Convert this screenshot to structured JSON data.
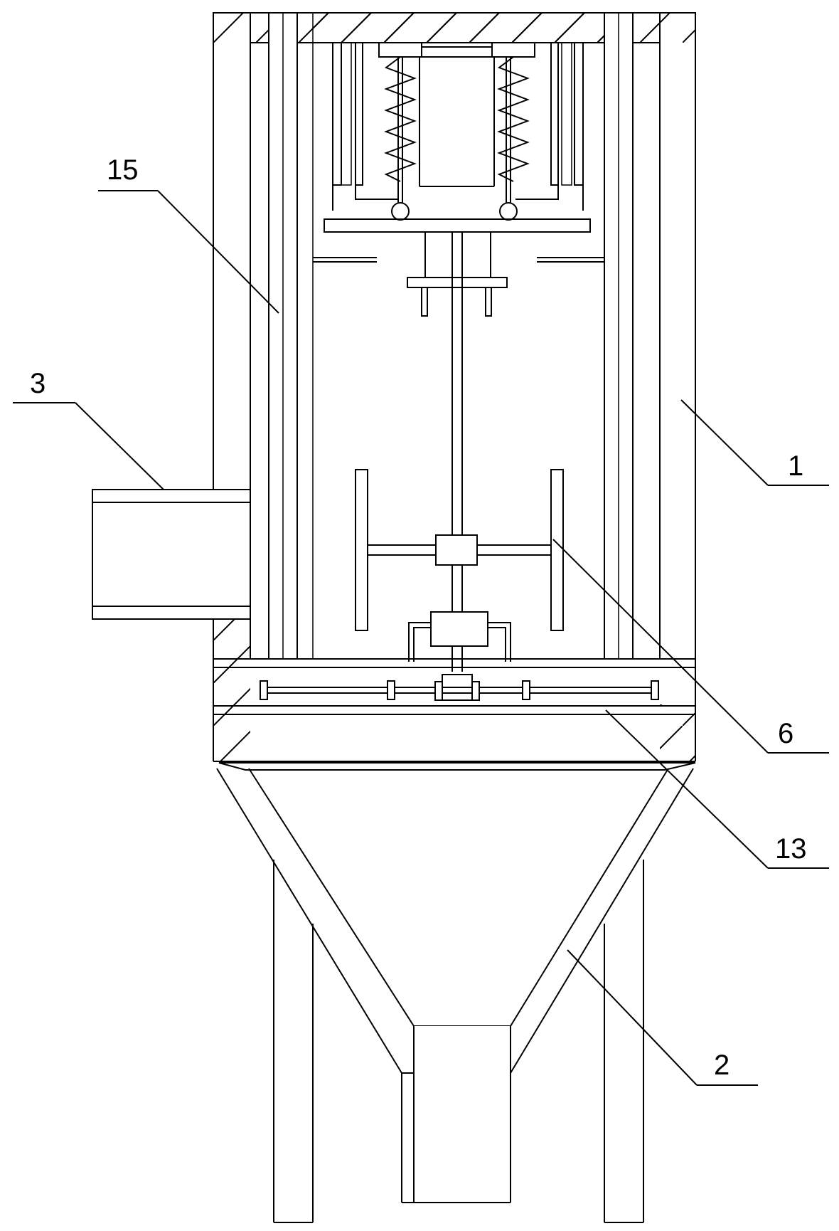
{
  "figure": {
    "labels": [
      {
        "id": "housing",
        "text": "1"
      },
      {
        "id": "hopper",
        "text": "2"
      },
      {
        "id": "inlet",
        "text": "3"
      },
      {
        "id": "stirrer",
        "text": "6"
      },
      {
        "id": "plate",
        "text": "13"
      },
      {
        "id": "rod",
        "text": "15"
      }
    ]
  }
}
